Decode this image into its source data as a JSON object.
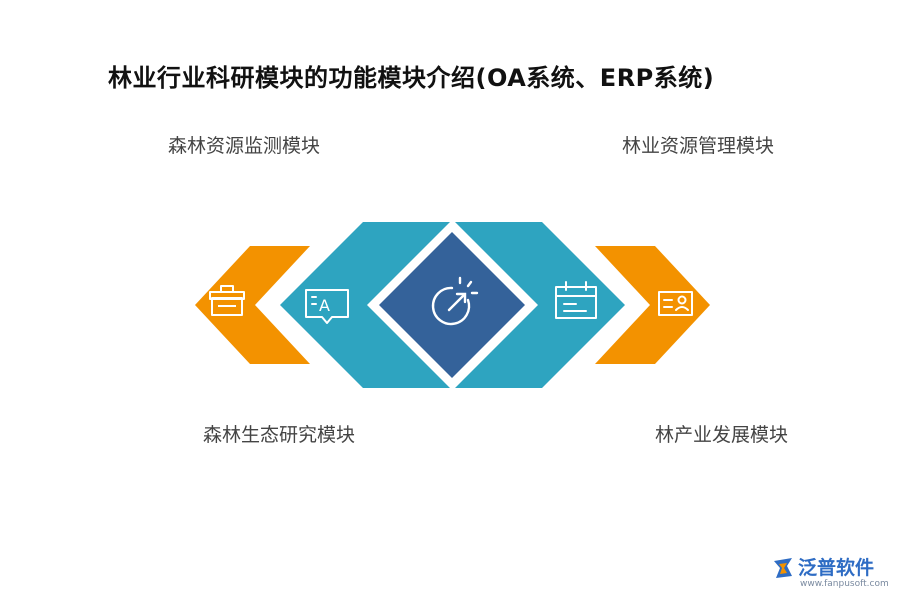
{
  "title": "林业行业科研模块的功能模块介绍(OA系统、ERP系统)",
  "modules": {
    "top_left": "森林资源监测模块",
    "top_right": "林业资源管理模块",
    "bottom_left": "森林生态研究模块",
    "bottom_right": "林产业发展模块"
  },
  "icons": {
    "far_left": "briefcase-icon",
    "left": "text-message-icon",
    "center": "gauge-icon",
    "right": "calendar-icon",
    "far_right": "id-card-icon"
  },
  "colors": {
    "orange": "#f39200",
    "teal": "#2ea4c0",
    "navy": "#34629a"
  },
  "watermark": {
    "name": "泛普软件",
    "url": "www.fanpusoft.com"
  }
}
